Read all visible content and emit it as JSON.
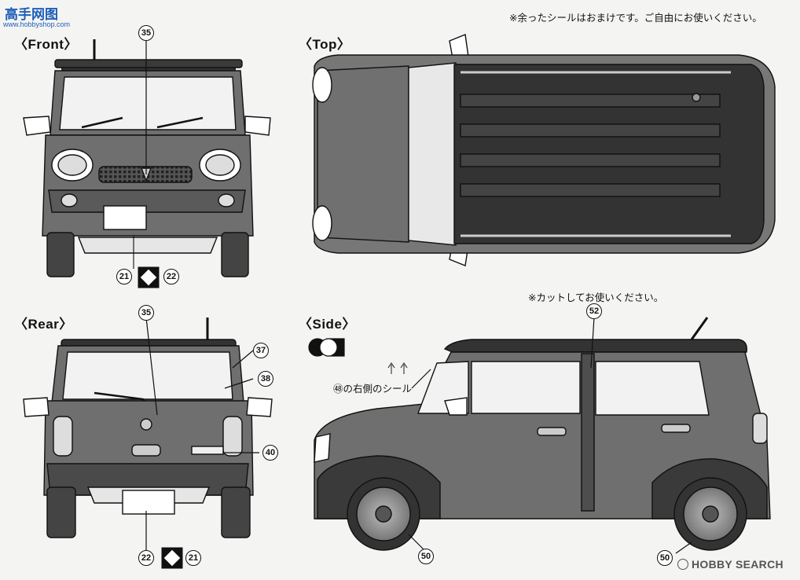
{
  "watermark": {
    "logo_text": "高手网图",
    "sub_text": "www.hobbyshop.com",
    "source_text": "HOBBY SEARCH",
    "source_icon": "copyright-circle-icon"
  },
  "top_note": "※余ったシールはおまけです。ご自由にお使いください。",
  "cut_note": "※カットしてお使いください。",
  "sections": {
    "front": "〈Front〉",
    "top": "〈Top〉",
    "rear": "〈Rear〉",
    "side": "〈Side〉"
  },
  "callouts": {
    "front_35": "35",
    "front_21": "21",
    "front_22": "22",
    "rear_35": "35",
    "rear_37": "37",
    "rear_38": "38",
    "rear_40": "40",
    "rear_22": "22",
    "rear_21": "21",
    "side_52": "52",
    "side_50a": "50",
    "side_50b": "50"
  },
  "seal_48_label": "㊽の右側のシール",
  "colors": {
    "body_fill": "#6f6f6f",
    "roof_fill": "#3a3a3a",
    "line": "#111111",
    "paper": "#f4f4f2",
    "watermark_blue": "#1e5fb8"
  }
}
